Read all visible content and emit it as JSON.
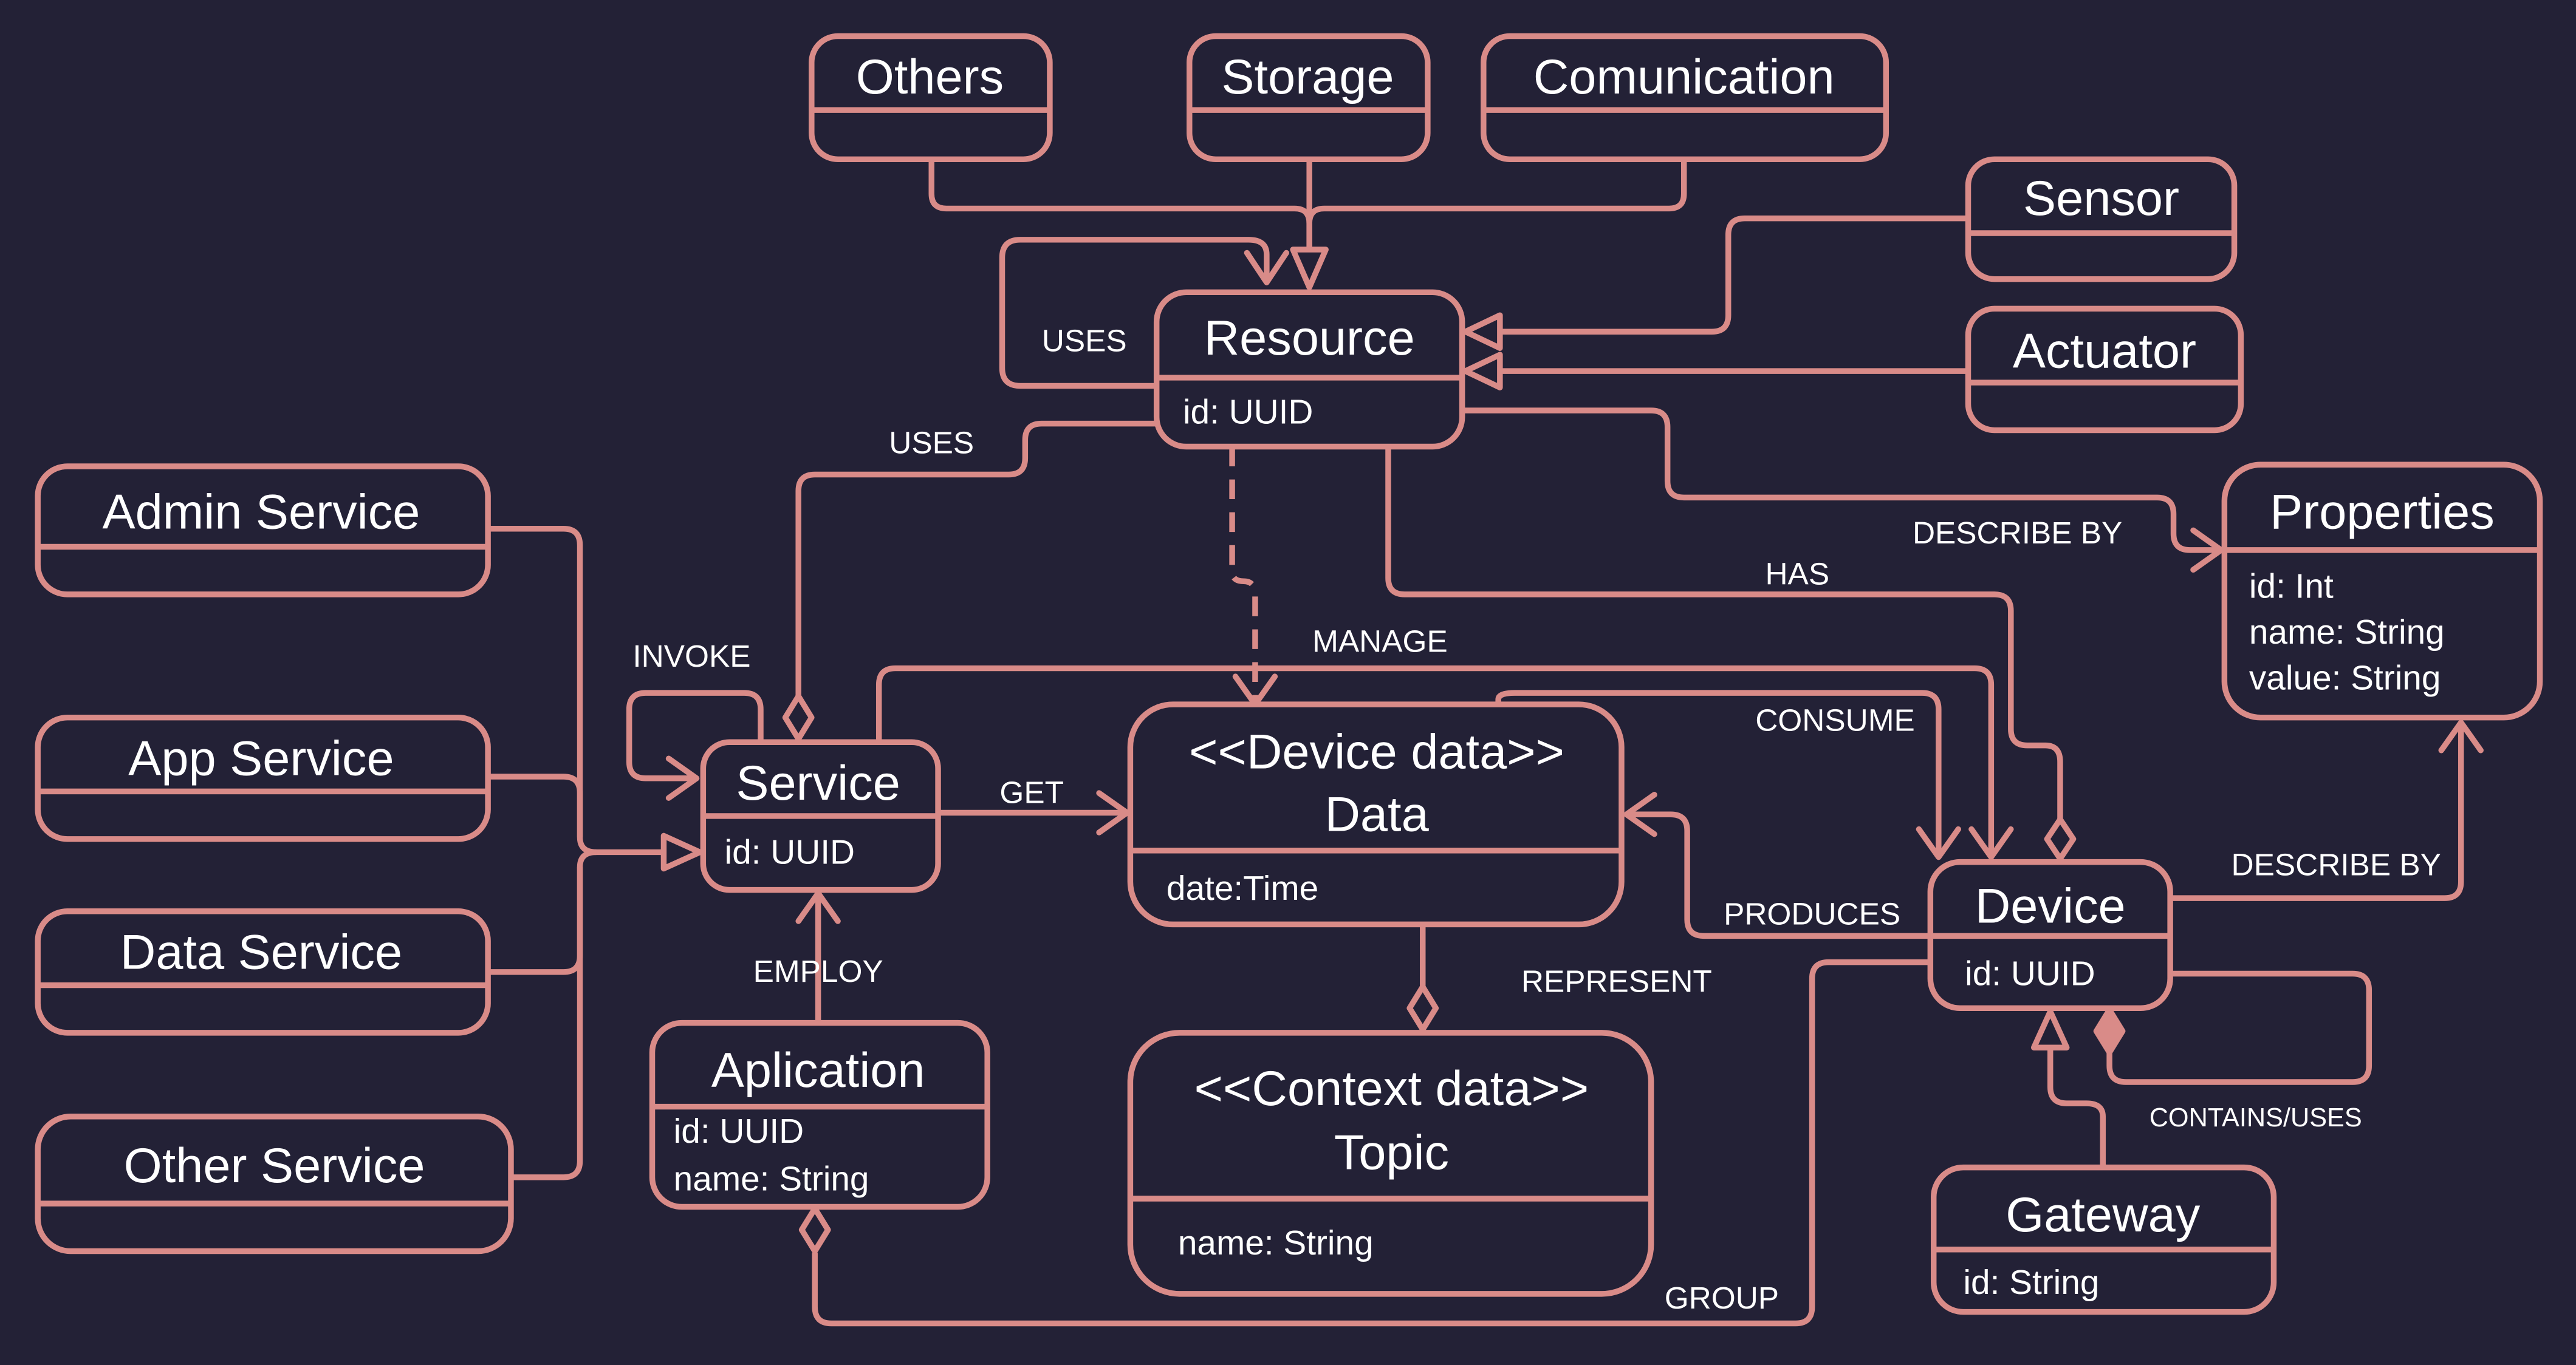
{
  "colors": {
    "background": "#232136",
    "stroke": "#d98b88",
    "text": "#ffffff"
  },
  "nodes": {
    "others": {
      "title": "Others"
    },
    "storage": {
      "title": "Storage"
    },
    "comunication": {
      "title": "Comunication"
    },
    "sensor": {
      "title": "Sensor"
    },
    "actuator": {
      "title": "Actuator"
    },
    "resource": {
      "title": "Resource",
      "attrs": [
        "id: UUID"
      ]
    },
    "properties": {
      "title": "Properties",
      "attrs": [
        "id: Int",
        "name: String",
        "value: String"
      ]
    },
    "admin_service": {
      "title": "Admin Service"
    },
    "app_service": {
      "title": "App Service"
    },
    "data_service": {
      "title": "Data Service"
    },
    "other_service": {
      "title": "Other Service"
    },
    "service": {
      "title": "Service",
      "attrs": [
        "id: UUID"
      ]
    },
    "data": {
      "stereotype": "<<Device data>>",
      "title": "Data",
      "attrs": [
        "date:Time"
      ]
    },
    "device": {
      "title": "Device",
      "attrs": [
        "id: UUID"
      ]
    },
    "aplication": {
      "title": "Aplication",
      "attrs": [
        "id: UUID",
        "name: String"
      ]
    },
    "topic": {
      "stereotype": "<<Context data>>",
      "title": "Topic",
      "attrs": [
        "name: String"
      ]
    },
    "gateway": {
      "title": "Gateway",
      "attrs": [
        "id: String"
      ]
    }
  },
  "edges": {
    "uses_self": "USES",
    "uses_service": "USES",
    "describe_by_resource": "DESCRIBE BY",
    "has": "HAS",
    "manage": "MANAGE",
    "invoke": "INVOKE",
    "consume": "CONSUME",
    "get": "GET",
    "produces": "PRODUCES",
    "describe_by_device": "DESCRIBE BY",
    "represent": "REPRESENT",
    "employ": "EMPLOY",
    "contains_uses": "CONTAINS/USES",
    "group": "GROUP"
  }
}
